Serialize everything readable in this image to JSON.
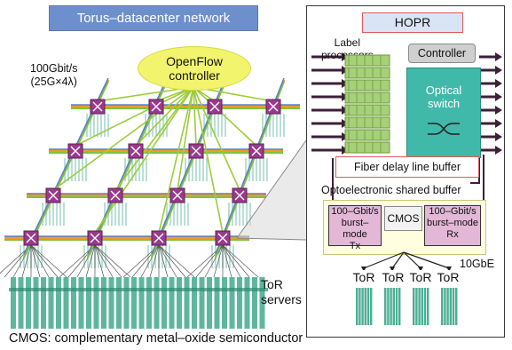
{
  "left_panel": {
    "title": "Torus–datacenter network",
    "link_speed_line1": "100Gbit/s",
    "link_speed_line2": "(25G×4λ)",
    "openflow_line1": "OpenFlow",
    "openflow_line2": "controller",
    "tor_line1": "ToR",
    "tor_line2": "servers"
  },
  "hopr": {
    "title": "HOPR",
    "label_processors_line1": "Label",
    "label_processors_line2": "processors",
    "controller": "Controller",
    "optical_switch_line1": "Optical",
    "optical_switch_line2": "switch",
    "fiber_delay": "Fiber delay line buffer",
    "oe_shared_buffer": "Optoelectronic shared buffer",
    "tx_line1": "100–Gbit/s",
    "tx_line2": "burst–mode",
    "tx_line3": "Tx",
    "rx_line1": "100–Gbit/s",
    "rx_line2": "burst–mode",
    "rx_line3": "Rx",
    "cmos": "CMOS",
    "gbe": "10GbE",
    "tor_items": [
      "ToR",
      "ToR",
      "ToR",
      "ToR"
    ]
  },
  "footnote": "CMOS: complementary metal–oxide semiconductor",
  "colors": {
    "title_blue": "#6d8fcc",
    "openflow_yellow": "#f1f46c",
    "switch_teal": "#40b9aa",
    "server_teal": "#4cae94",
    "node_magenta": "#9a3a8c",
    "link_orange": "#f39a26",
    "link_green": "#7ec242",
    "tx_rx_pink": "#e3b7d6",
    "buffer_border": "#e05a5a"
  }
}
